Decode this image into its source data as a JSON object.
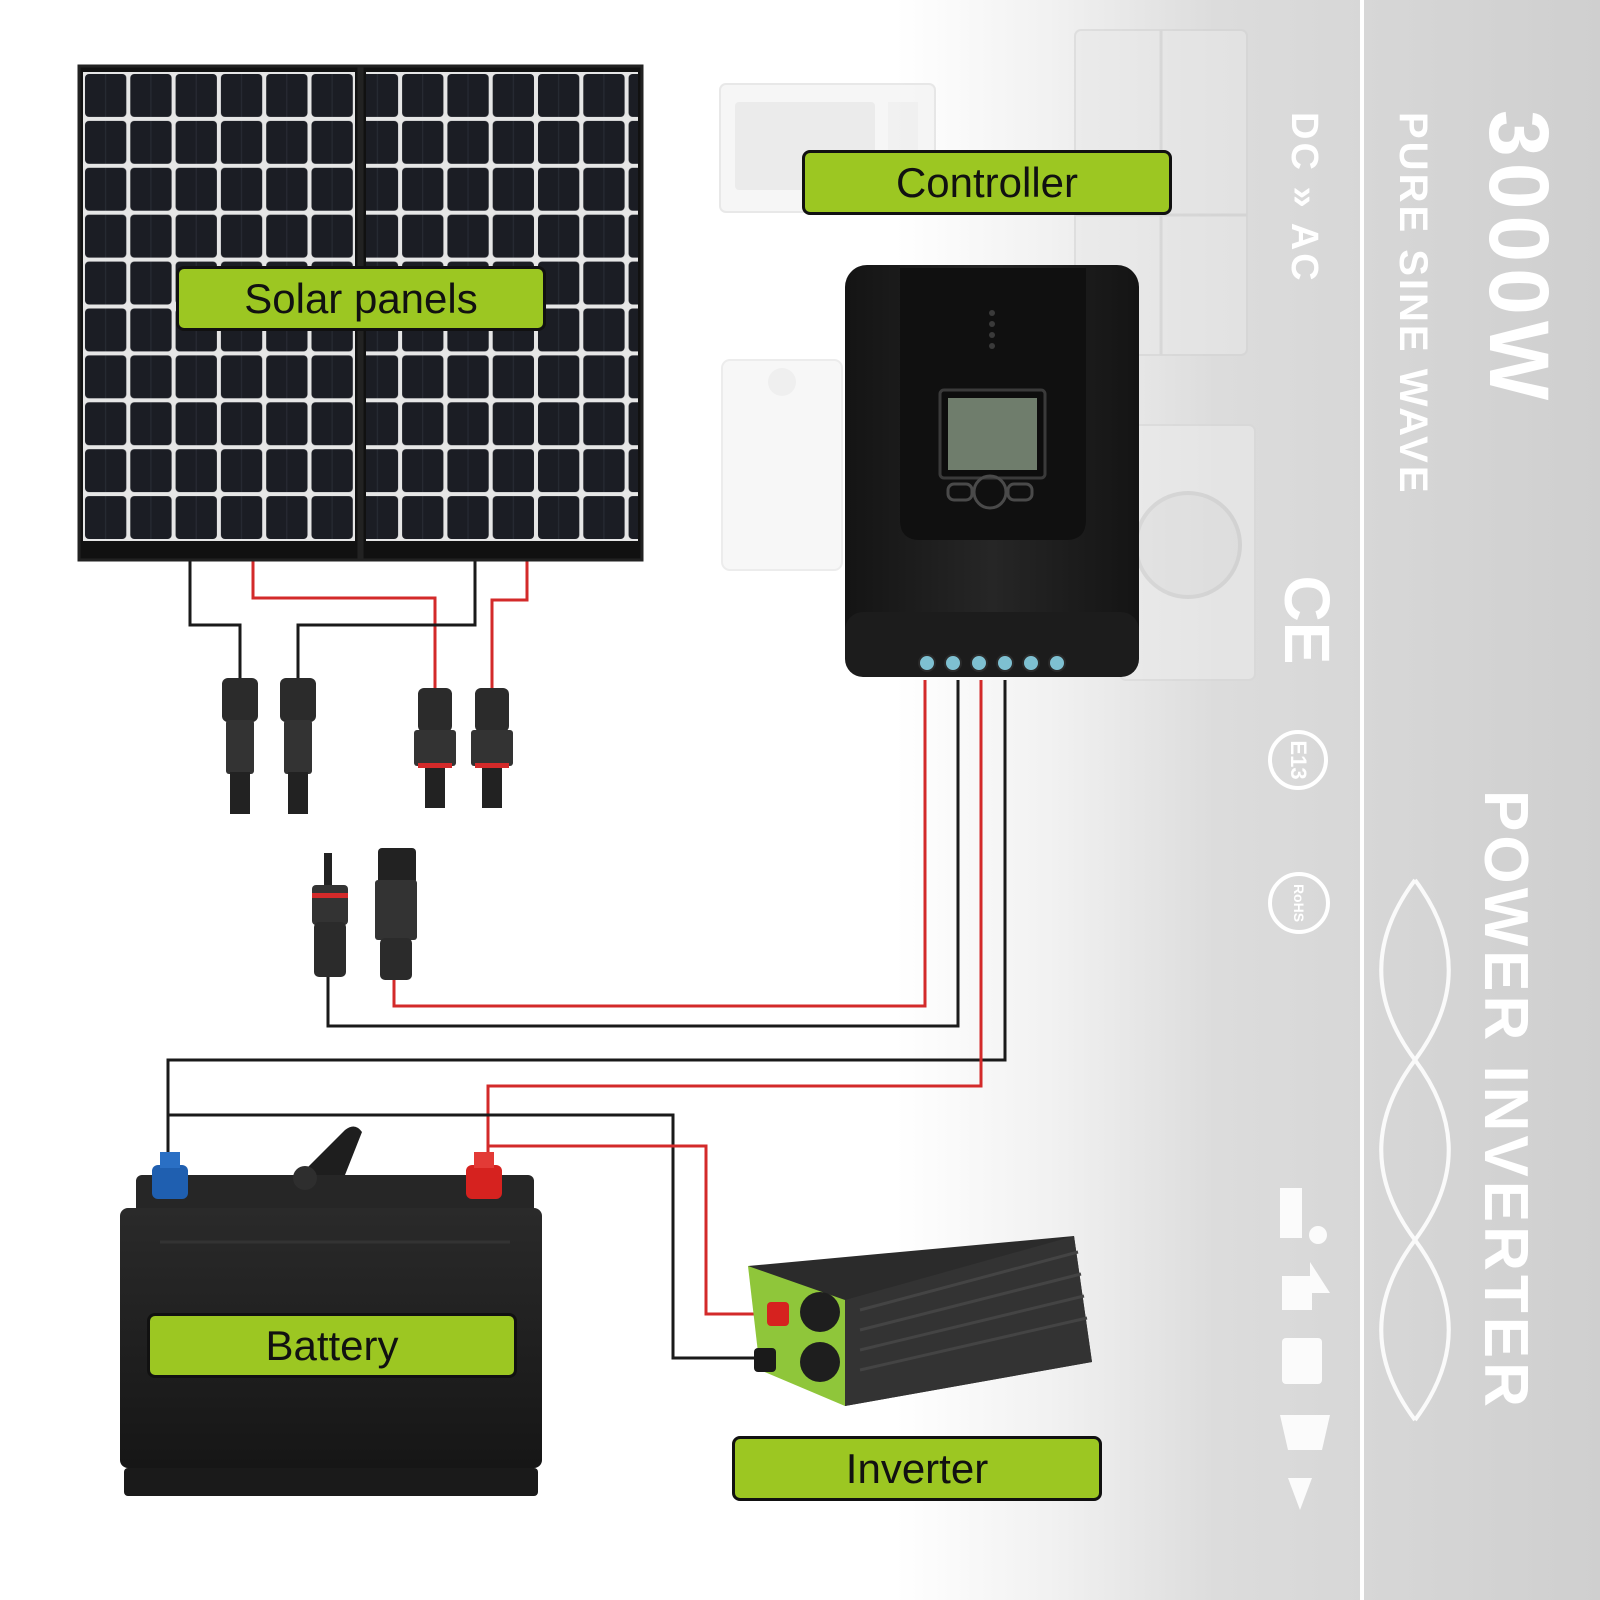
{
  "labels": {
    "controller": "Controller",
    "solar_panels": "Solar panels",
    "battery": "Battery",
    "inverter": "Inverter"
  },
  "background_text": {
    "rating": "3000W",
    "product": "POWER INVERTER",
    "waveform": "PURE SINE WAVE",
    "conversion": "DC » AC",
    "ce": "CE",
    "e13": "E13",
    "rohs": "RoHS"
  },
  "colors": {
    "label_fill": "#9cc722",
    "positive_wire": "#d32a2a",
    "negative_wire": "#1a1a1a",
    "battery_negative_terminal": "#1f5fb0",
    "battery_positive_terminal": "#d6221f",
    "inverter_accent": "#8fc63a"
  },
  "icons": [
    "solar-panel-icon",
    "charge-controller-icon",
    "battery-icon",
    "inverter-icon",
    "mc4-connector-icon",
    "lcd-screen-icon"
  ]
}
